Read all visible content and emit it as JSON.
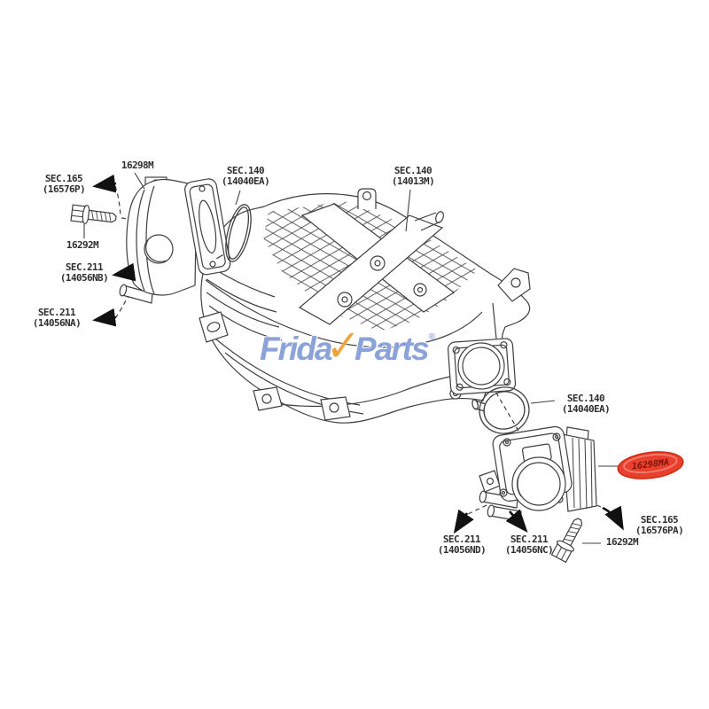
{
  "image_type": "parts-diagram",
  "subject": "intake-manifold-assembly",
  "colors": {
    "line_ink": "#3f3f3f",
    "label_text": "#2e2e2e",
    "highlight_fill": "#e8402c",
    "highlight_text": "#7c1208",
    "watermark_blue": "#718fd1",
    "watermark_orange": "#f2a43c"
  },
  "watermark": {
    "word1": "Frida",
    "check": "✓",
    "word2": "Parts",
    "reg": "®"
  },
  "highlight": {
    "part_number": "16298MA"
  },
  "callouts": {
    "sec165_top": {
      "line1": "SEC.165",
      "line2": "(16576P)"
    },
    "part_16298m": {
      "line1": "16298M"
    },
    "sec140_top": {
      "line1": "SEC.140",
      "line2": "(14040EA)"
    },
    "sec140_13m": {
      "line1": "SEC.140",
      "line2": "(14013M)"
    },
    "part_16292m_top": {
      "line1": "16292M"
    },
    "sec211_nb": {
      "line1": "SEC.211",
      "line2": "(14056NB)"
    },
    "sec211_na": {
      "line1": "SEC.211",
      "line2": "(14056NA)"
    },
    "sec140_right": {
      "line1": "SEC.140",
      "line2": "(14040EA)"
    },
    "sec165_pa": {
      "line1": "SEC.165",
      "line2": "(16576PA)"
    },
    "part_16292m_bottom": {
      "line1": "16292M"
    },
    "sec211_nd": {
      "line1": "SEC.211",
      "line2": "(14056ND)"
    },
    "sec211_nc": {
      "line1": "SEC.211",
      "line2": "(14056NC)"
    }
  }
}
